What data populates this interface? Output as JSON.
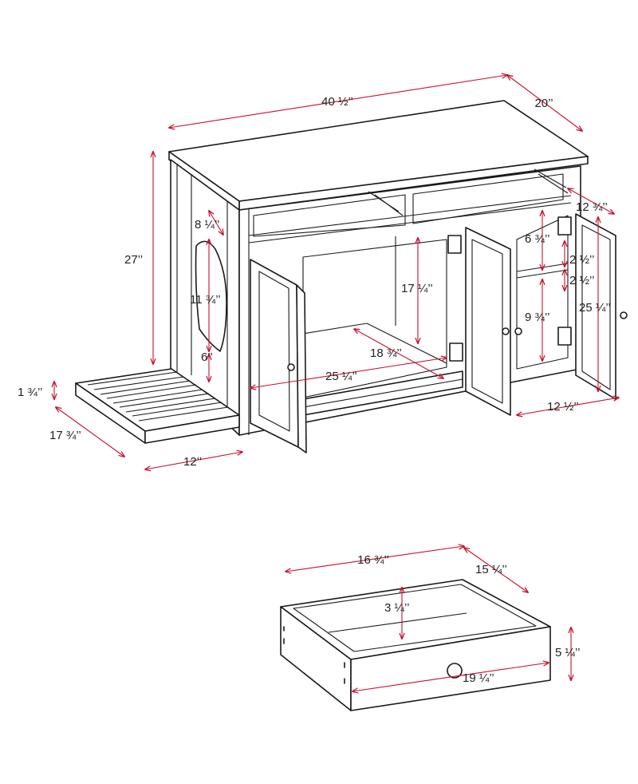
{
  "colors": {
    "dimension": "#c8102e",
    "outline": "#1a1a1a",
    "background": "#ffffff"
  },
  "cabinet": {
    "width": "40 ½’’",
    "depth": "20’’",
    "height": "27’’",
    "opening_top_offset": "8 ¼’’",
    "opening_height": "11 ¾’’",
    "opening_bottom_offset": "6’’",
    "tray_height": "1 ¾’’",
    "tray_depth": "17 ¾’’",
    "tray_width": "12’’",
    "shelf_depth": "12 ¾’’",
    "drawer_opening_height": "6 ¾’’",
    "shelf_gap_top": "2 ½’’",
    "shelf_gap_bottom": "2 ½’’",
    "side_compartment_height": "25 ¼’’",
    "center_compartment_height": "17 ¼’’",
    "center_compartment_depth": "18 ¾’’",
    "center_compartment_width": "25 ¼’’",
    "lower_shelf_height": "9 ¾’’",
    "side_compartment_width": "12 ½’’"
  },
  "drawer": {
    "width": "16 ¾’’",
    "depth": "15 ¼’’",
    "inner_height": "3 ¼’’",
    "front_height": "5 ¼’’",
    "front_width": "19 ¼’’"
  }
}
